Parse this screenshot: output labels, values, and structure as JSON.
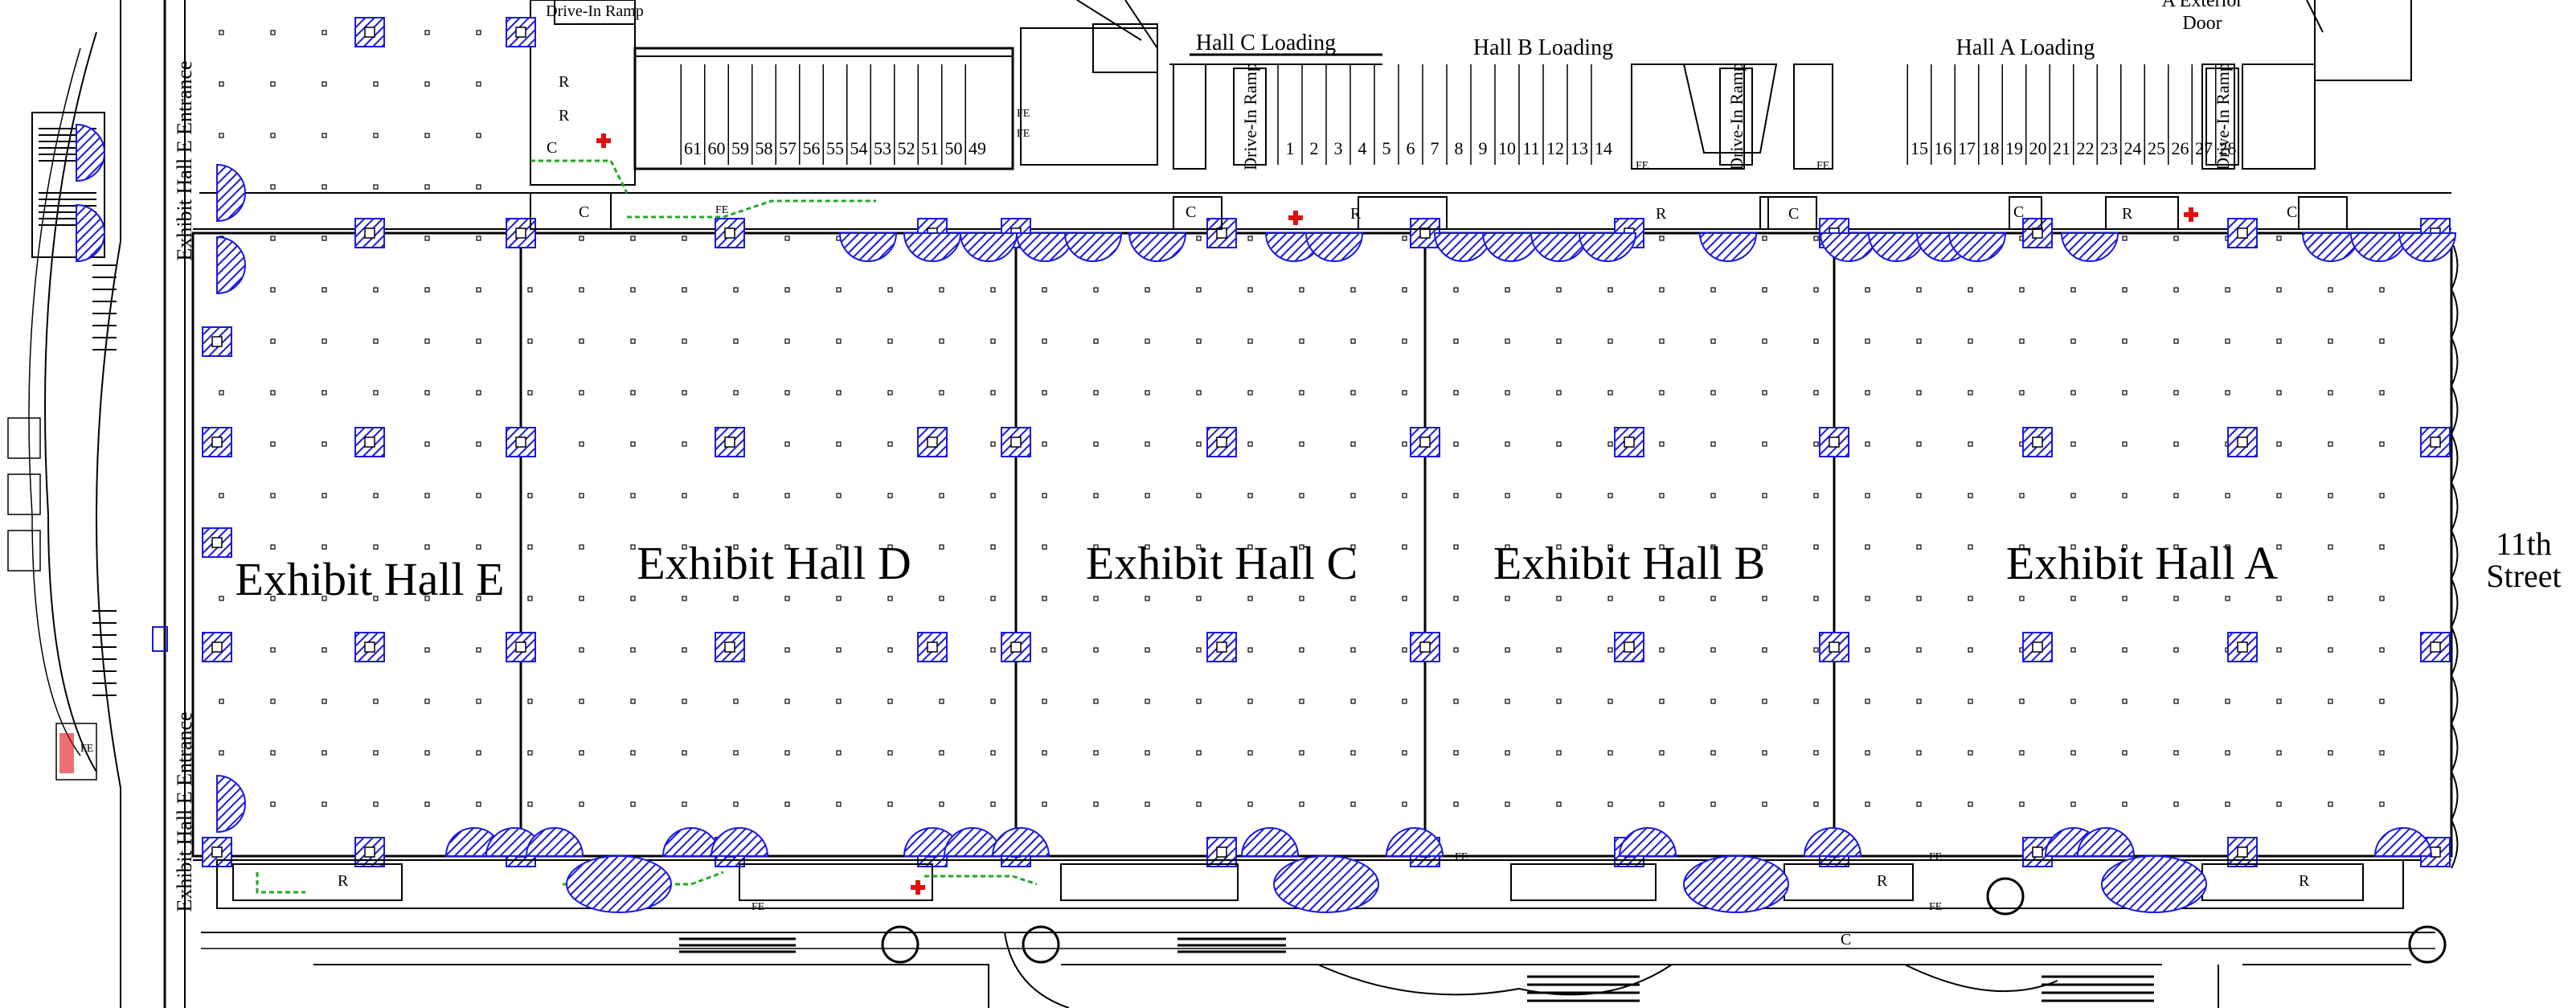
{
  "halls": [
    {
      "id": "E",
      "label": "Exhibit Hall E"
    },
    {
      "id": "D",
      "label": "Exhibit Hall D"
    },
    {
      "id": "C",
      "label": "Exhibit Hall C"
    },
    {
      "id": "B",
      "label": "Exhibit Hall B"
    },
    {
      "id": "A",
      "label": "Exhibit Hall A"
    }
  ],
  "street": {
    "line1": "11th",
    "line2": "Street"
  },
  "loading": {
    "hall_c": "Hall C Loading",
    "hall_b": "Hall B Loading",
    "hall_a": "Hall A Loading"
  },
  "exterior_door": {
    "line1": "A Exterior",
    "line2": "Door"
  },
  "entrances": {
    "top": "Exhibit Hall E Entrance",
    "bottom": "Exhibit Hall E Entrance"
  },
  "drive_in_ramps": [
    "Drive-In Ramp",
    "Drive-In Ramp",
    "Drive-In Ramp",
    "Drive-In Ramp"
  ],
  "dock_bays_left": [
    "61",
    "60",
    "59",
    "58",
    "57",
    "56",
    "55",
    "54",
    "53",
    "52",
    "51",
    "50",
    "49"
  ],
  "dock_bays_c": [
    "1",
    "2",
    "3",
    "4",
    "5",
    "6",
    "7",
    "8",
    "9",
    "10",
    "11",
    "12",
    "13",
    "14"
  ],
  "dock_bays_a": [
    "15",
    "16",
    "17",
    "18",
    "19",
    "20",
    "21",
    "22",
    "23",
    "24",
    "25",
    "26",
    "27",
    "28"
  ],
  "room_marks": {
    "c": "C",
    "r": "R",
    "fe": "FE"
  },
  "colors": {
    "column_blue": "#1a1adb",
    "wall": "#000000",
    "egress_green": "#22aa22",
    "first_aid_red": "#e01010"
  }
}
